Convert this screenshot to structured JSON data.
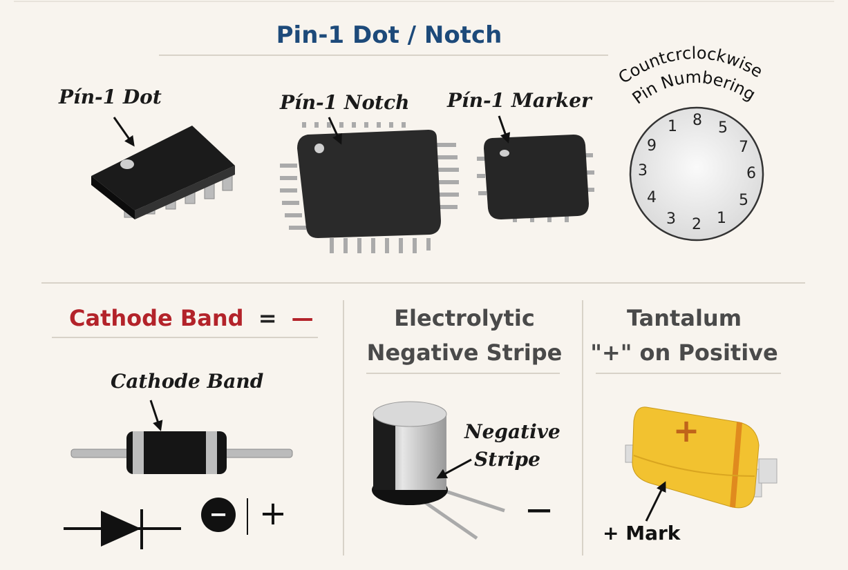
{
  "top": {
    "title": "Pin-1 Dot / Notch",
    "labels": {
      "dot": "Pín-1 Dot",
      "notch": "Pín-1 Notch",
      "marker": "Pín-1 Marker"
    },
    "dial": {
      "caption_line1": "Countcrclockwise",
      "caption_line2": "Pin Numbering",
      "numbers": [
        "1",
        "8",
        "5",
        "9",
        "7",
        "3",
        "6",
        "4",
        "5",
        "3",
        "2",
        "1"
      ]
    }
  },
  "diode": {
    "title": "Cathode Band",
    "equals": "=",
    "minus": "—",
    "label": "Cathode Band",
    "minus_symbol": "−",
    "plus_symbol": "+"
  },
  "electrolytic": {
    "title_line1": "Electrolytic",
    "title_line2": "Negative Stripe",
    "label_line1": "Negative",
    "label_line2": "Stripe",
    "minus": "—"
  },
  "tantalum": {
    "title_line1": "Tantalum",
    "title_line2": "\"+\" on Positive",
    "label": "+ Mark",
    "plus_mark": "+"
  },
  "colors": {
    "title_blue": "#1d4a7a",
    "cathode_red": "#b3232a",
    "background": "#f8f4ee",
    "tantalum_yellow": "#f2c230",
    "tantalum_orange": "#e08a1e"
  }
}
